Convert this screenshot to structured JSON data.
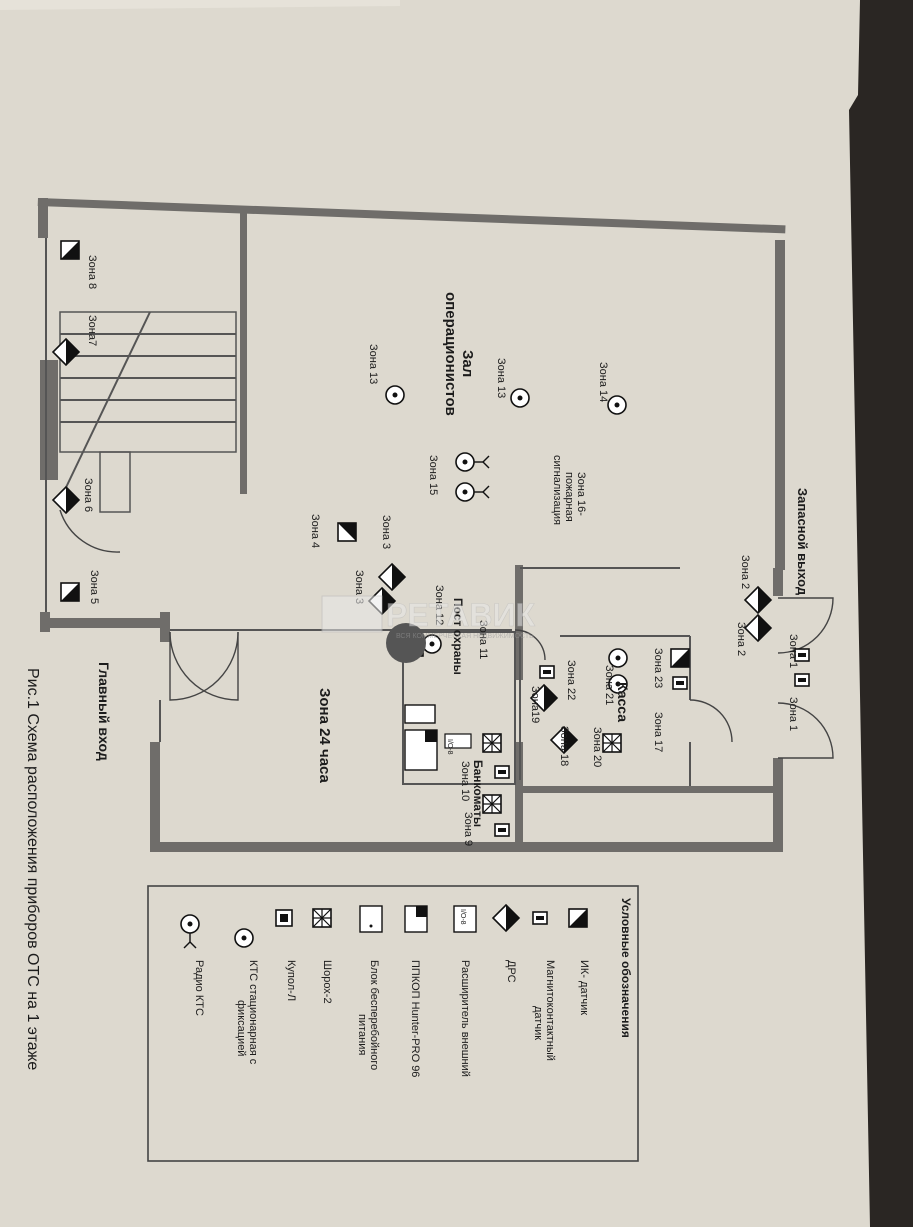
{
  "plan": {
    "zones": {
      "z1": "Зона 1",
      "z1b": "Зона 1",
      "z2": "Зона 2",
      "z2b": "Зона 2",
      "z3": "Зона 3",
      "z3b": "Зона 3",
      "z4": "Зона 4",
      "z5": "Зона 5",
      "z6": "Зона 6",
      "z7": "Зона7",
      "z8": "Зона 8",
      "z9": "Зона 9",
      "z10": "Зона 10",
      "z11": "Зона 11",
      "z12": "Зона 12",
      "z13a": "Зона 13",
      "z13b": "Зона 13",
      "z14": "Зона 14",
      "z15": "Зона 15",
      "z16a": "Зона 16-",
      "z16b": "пожарная",
      "z16c": "сигнализация",
      "z17": "Зона 17",
      "z18": "Зона 18",
      "z19": "Зона19",
      "z20": "Зона 20",
      "z21": "Зона 21",
      "z22": "Зона 22",
      "z23": "Зона 23"
    },
    "rooms": {
      "reserve_exit": "Запасной выход",
      "hall_1": "Зал",
      "hall_2": "операционистов",
      "cash": "Касса",
      "guard": "Пост охраны",
      "atm": "Банкоматы",
      "zone24": "Зона 24 часа",
      "main_entry": "Главный вход"
    },
    "panel_tag": "I/O-8",
    "io_tag": "I/O-8"
  },
  "legend": {
    "title": "Условные обозначения",
    "items": [
      {
        "icon": "ir-sensor-icon",
        "label1": "ИК- датчик",
        "label2": ""
      },
      {
        "icon": "magnetic-contact-icon",
        "label1": "Магнитоконтактный",
        "label2": "датчик"
      },
      {
        "icon": "glass-break-sensor-icon",
        "label1": "ДРС",
        "label2": ""
      },
      {
        "icon": "expander-icon",
        "label1": "Расширитель внешний",
        "label2": ""
      },
      {
        "icon": "control-panel-icon",
        "label1": "ППКОП Hunter-PRO 96",
        "label2": ""
      },
      {
        "icon": "ups-icon",
        "label1": "Блок бесперебойного",
        "label2": "питания"
      },
      {
        "icon": "shock-sensor-icon",
        "label1": "Шорох-2",
        "label2": ""
      },
      {
        "icon": "kupol-sensor-icon",
        "label1": "Купол-Л",
        "label2": ""
      },
      {
        "icon": "panic-button-icon",
        "label1": "КТС стационарная с",
        "label2": "фиксацией"
      },
      {
        "icon": "radio-panic-icon",
        "label1": "Радио КТС",
        "label2": ""
      }
    ]
  },
  "caption": "Рис.1 Схема расположения приборов ОТС на 1 этаже",
  "watermark": {
    "brand": "РЕТАВИК",
    "tagline": "ВСЯ КОММЕРЧЕСКАЯ НЕДВИЖИМОСТЬ"
  }
}
